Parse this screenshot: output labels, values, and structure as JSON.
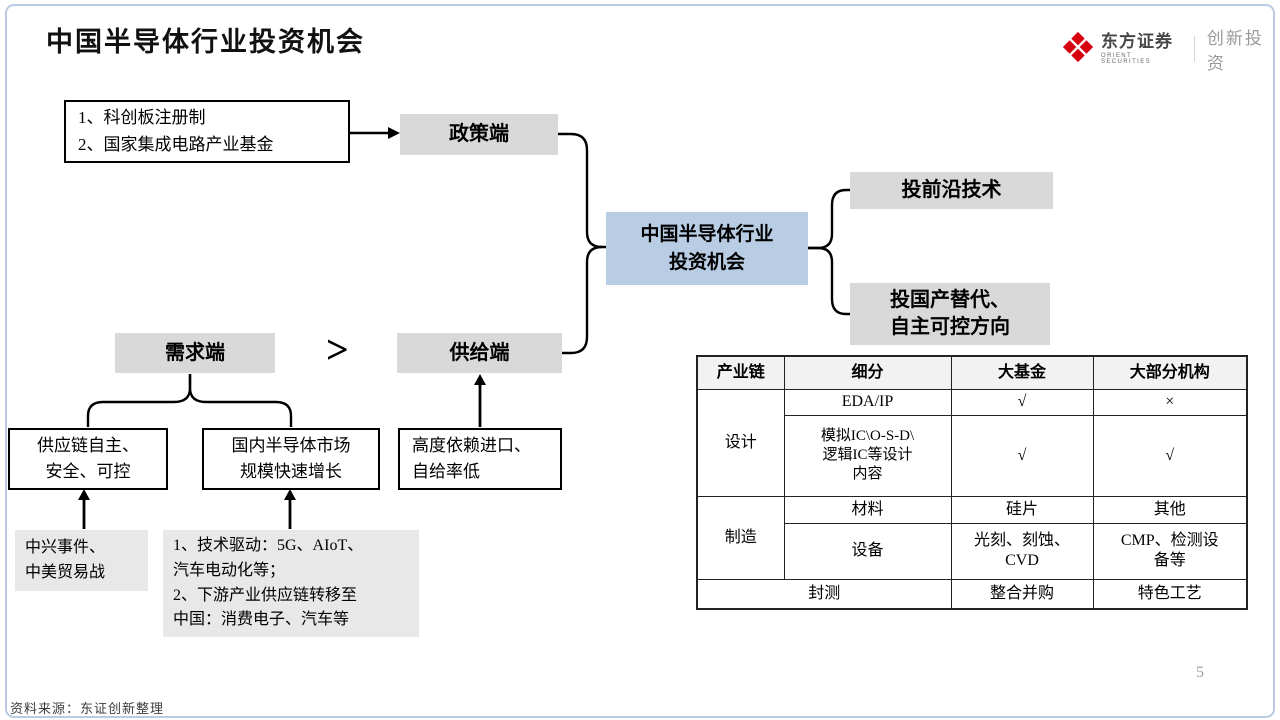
{
  "slide": {
    "title": "中国半导体行业投资机会",
    "source": "资料来源：东证创新整理",
    "page_number": "5",
    "frame_color": "#b9cbe2"
  },
  "logo": {
    "name": "东方证券",
    "name_en": "ORIENT SECURITIES",
    "division": "创新投资",
    "brand_color": "#d7000f"
  },
  "diagram": {
    "policy_drivers": "1、科创板注册制\n2、国家集成电路产业基金",
    "policy": "政策端",
    "demand": "需求端",
    "greater_than": ">",
    "supply": "供给端",
    "center": "中国半导体行业\n投资机会",
    "invest_frontier": "投前沿技术",
    "invest_domestic": "投国产替代、\n自主可控方向",
    "demand_sub_left": "供应链自主、\n安全、可控",
    "demand_sub_right": "国内半导体市场\n规模快速增长",
    "supply_sub": "高度依赖进口、\n自给率低",
    "cause_left": "中兴事件、\n中美贸易战",
    "cause_right": "1、技术驱动：5G、AIoT、\n汽车电动化等；\n2、下游产业供应链转移至\n中国：消费电子、汽车等"
  },
  "table": {
    "headers": [
      "产业链",
      "细分",
      "大基金",
      "大部分机构"
    ],
    "cells": {
      "design": "设计",
      "eda": "EDA/IP",
      "eda_fund": "√",
      "eda_inst": "×",
      "analog": "模拟IC\\O-S-D\\\n逻辑IC等设计\n内容",
      "analog_fund": "√",
      "analog_inst": "√",
      "mfg": "制造",
      "material": "材料",
      "material_fund": "硅片",
      "material_inst": "其他",
      "equip": "设备",
      "equip_fund": "光刻、刻蚀、\nCVD",
      "equip_inst": "CMP、检测设\n备等",
      "pkg": "封测",
      "pkg_fund": "整合并购",
      "pkg_inst": "特色工艺"
    }
  },
  "colors": {
    "gray_box": "#d9d9d9",
    "soft_gray_box": "#e9e8e8",
    "blue_box": "#b8cce4",
    "table_header_bg": "#f2f2f2"
  }
}
